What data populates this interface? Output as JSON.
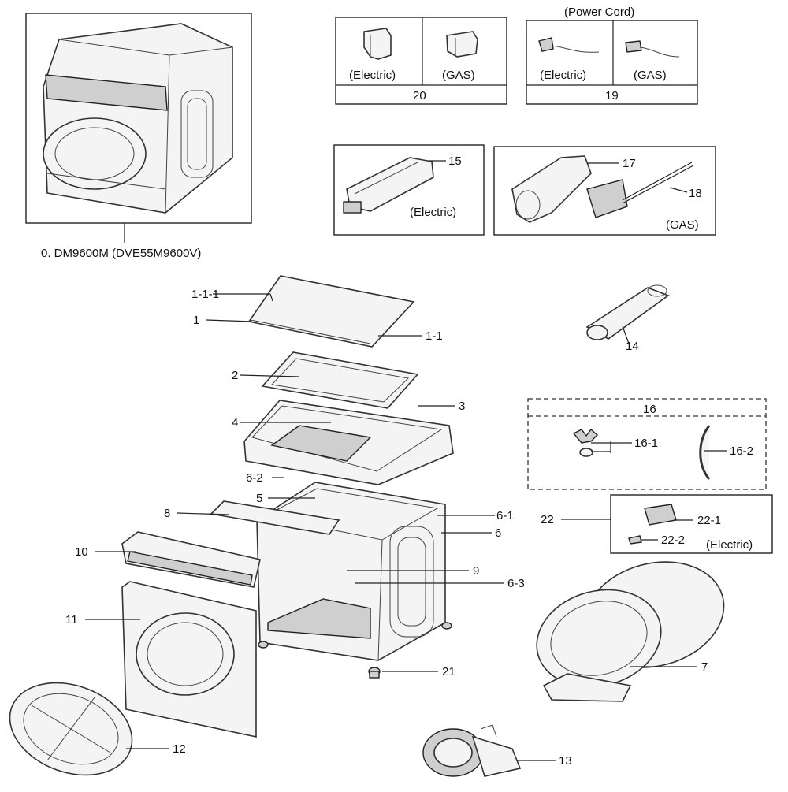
{
  "model_label": "0. DM9600M (DVE55M9600V)",
  "box20": {
    "left": "(Electric)",
    "right": "(GAS)",
    "number": "20"
  },
  "box19": {
    "title": "(Power Cord)",
    "left": "(Electric)",
    "right": "(GAS)",
    "number": "19"
  },
  "box15": {
    "callout": "15",
    "note": "(Electric)"
  },
  "box17": {
    "callout17": "17",
    "callout18": "18",
    "note": "(GAS)"
  },
  "box16": {
    "number": "16",
    "callout1": "16-1",
    "callout2": "16-2"
  },
  "box22": {
    "number": "22",
    "callout1": "22-1",
    "callout2": "22-2",
    "note": "(Electric)"
  },
  "callouts": {
    "c1_1_1": "1-1-1",
    "c1": "1",
    "c1_1": "1-1",
    "c14": "14",
    "c2": "2",
    "c3": "3",
    "c4": "4",
    "c6_2": "6-2",
    "c5": "5",
    "c8": "8",
    "c6_1": "6-1",
    "c6": "6",
    "c10": "10",
    "c9": "9",
    "c6_3": "6-3",
    "c11": "11",
    "c7": "7",
    "c21": "21",
    "c12": "12",
    "c13": "13"
  }
}
